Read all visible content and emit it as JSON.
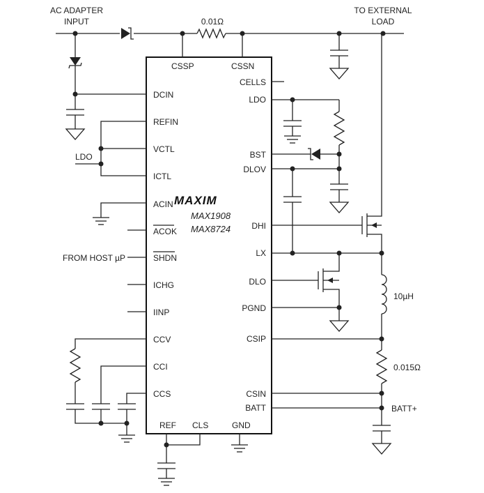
{
  "labels": {
    "ac_adapter": [
      "AC ADAPTER",
      "INPUT"
    ],
    "external_load": [
      "TO EXTERNAL",
      "LOAD"
    ],
    "sense_resistor_top": "0.01Ω",
    "ldo_net": "LDO",
    "from_host": "FROM HOST µP",
    "inductor": "10µH",
    "sense_resistor_batt": "0.015Ω",
    "batt_plus": "BATT+"
  },
  "ic": {
    "logo": "MAXIM",
    "part_numbers": [
      "MAX1908",
      "MAX8724"
    ],
    "pins_top": [
      "CSSP",
      "CSSN"
    ],
    "pins_left": [
      "DCIN",
      "REFIN",
      "VCTL",
      "ICTL",
      "ACIN",
      "ACOK",
      "SHDN",
      "ICHG",
      "IINP",
      "CCV",
      "CCI",
      "CCS"
    ],
    "pins_right": [
      "CELLS",
      "LDO",
      "BST",
      "DLOV",
      "DHI",
      "LX",
      "DLO",
      "PGND",
      "CSIP",
      "CSIN",
      "BATT"
    ],
    "pins_bottom": [
      "REF",
      "CLS",
      "GND"
    ]
  }
}
